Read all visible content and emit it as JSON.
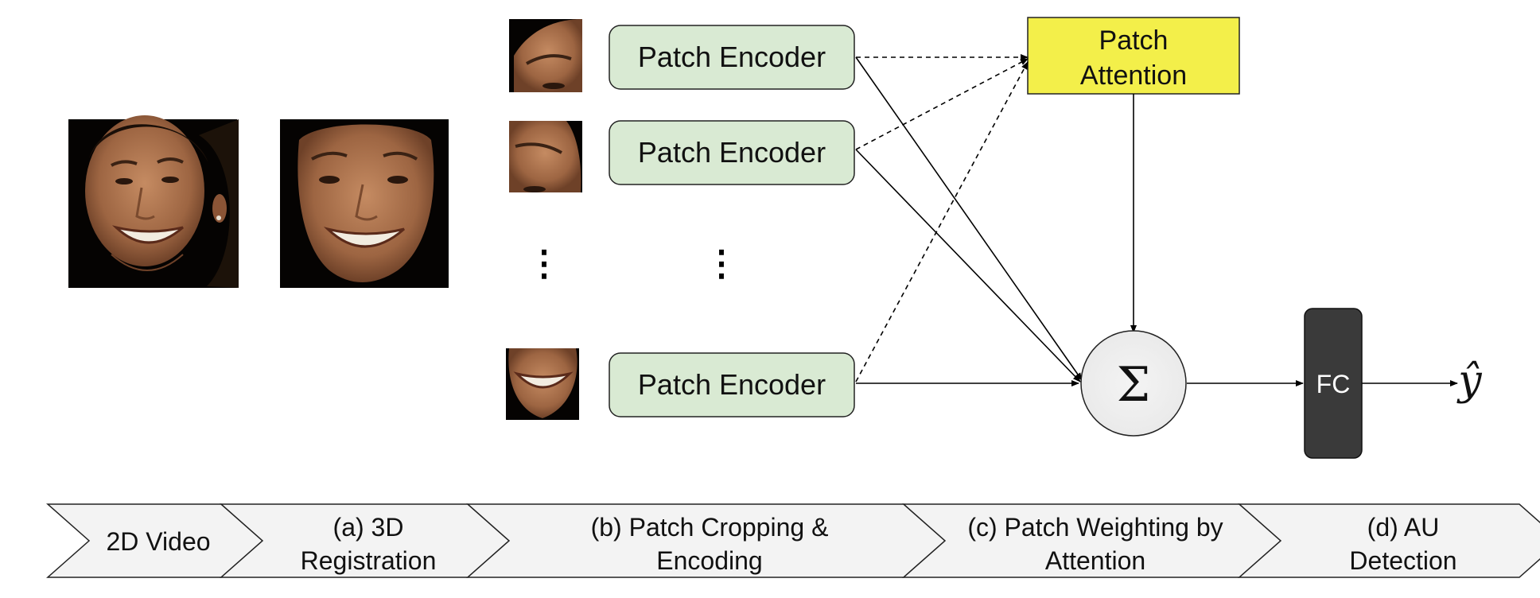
{
  "encoders": [
    {
      "label": "Patch Encoder"
    },
    {
      "label": "Patch Encoder"
    },
    {
      "label": "Patch Encoder"
    }
  ],
  "ellipsis": {
    "patches": "⋮",
    "encoders": "⋮"
  },
  "attention": {
    "line1": "Patch",
    "line2": "Attention",
    "fill": "#f3ef4a"
  },
  "sum_symbol": "Σ",
  "fc_label": "FC",
  "output_symbol": "ŷ",
  "pipeline": [
    {
      "lines": [
        "2D Video"
      ]
    },
    {
      "lines": [
        "(a) 3D",
        "Registration"
      ]
    },
    {
      "lines": [
        "(b) Patch Cropping &",
        "Encoding"
      ]
    },
    {
      "lines": [
        "(c) Patch Weighting by",
        "Attention"
      ]
    },
    {
      "lines": [
        "(d) AU",
        "Detection"
      ]
    }
  ],
  "colors": {
    "encoder_fill": "#d9ead3",
    "attention_fill": "#f3ef4a",
    "sum_fill": "#f0f0f0",
    "fc_fill": "#3a3a3a",
    "chevron_fill": "#f3f3f3",
    "face_bg": "#060403",
    "skin": "#a8714f"
  }
}
